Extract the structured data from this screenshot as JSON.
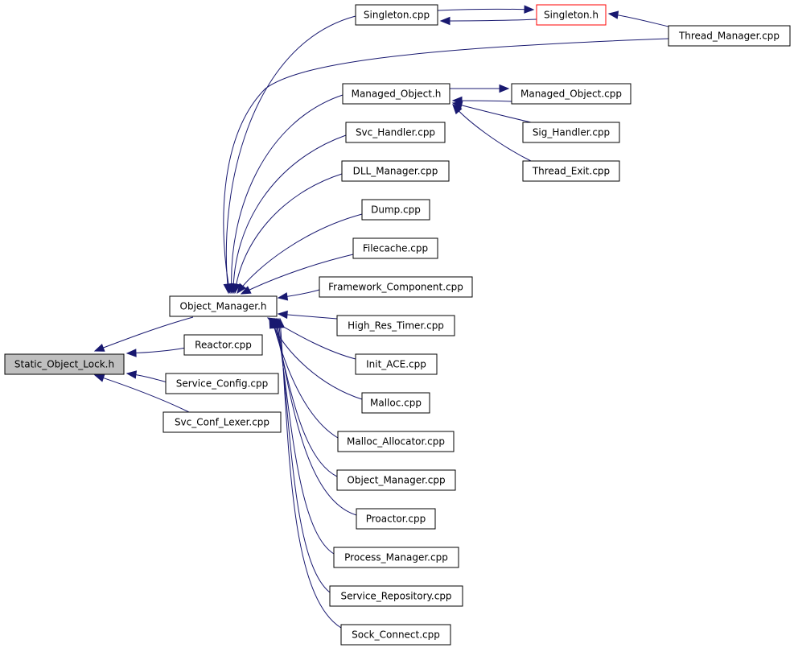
{
  "diagram": {
    "colors": {
      "edge": "#191970",
      "root_fill": "#bfbfbf",
      "node_fill": "#ffffff",
      "node_border": "#000000",
      "highlight_border": "#ff0000"
    },
    "nodes": [
      {
        "id": "static_object_lock_h",
        "label": "Static_Object_Lock.h"
      },
      {
        "id": "object_manager_h",
        "label": "Object_Manager.h"
      },
      {
        "id": "reactor_cpp",
        "label": "Reactor.cpp"
      },
      {
        "id": "service_config_cpp",
        "label": "Service_Config.cpp"
      },
      {
        "id": "svc_conf_lexer_cpp",
        "label": "Svc_Conf_Lexer.cpp"
      },
      {
        "id": "singleton_cpp",
        "label": "Singleton.cpp"
      },
      {
        "id": "singleton_h",
        "label": "Singleton.h"
      },
      {
        "id": "thread_manager_cpp",
        "label": "Thread_Manager.cpp"
      },
      {
        "id": "managed_object_h",
        "label": "Managed_Object.h"
      },
      {
        "id": "managed_object_cpp",
        "label": "Managed_Object.cpp"
      },
      {
        "id": "sig_handler_cpp",
        "label": "Sig_Handler.cpp"
      },
      {
        "id": "thread_exit_cpp",
        "label": "Thread_Exit.cpp"
      },
      {
        "id": "svc_handler_cpp",
        "label": "Svc_Handler.cpp"
      },
      {
        "id": "dll_manager_cpp",
        "label": "DLL_Manager.cpp"
      },
      {
        "id": "dump_cpp",
        "label": "Dump.cpp"
      },
      {
        "id": "filecache_cpp",
        "label": "Filecache.cpp"
      },
      {
        "id": "framework_component_cpp",
        "label": "Framework_Component.cpp"
      },
      {
        "id": "high_res_timer_cpp",
        "label": "High_Res_Timer.cpp"
      },
      {
        "id": "init_ace_cpp",
        "label": "Init_ACE.cpp"
      },
      {
        "id": "malloc_cpp",
        "label": "Malloc.cpp"
      },
      {
        "id": "malloc_allocator_cpp",
        "label": "Malloc_Allocator.cpp"
      },
      {
        "id": "object_manager_cpp",
        "label": "Object_Manager.cpp"
      },
      {
        "id": "proactor_cpp",
        "label": "Proactor.cpp"
      },
      {
        "id": "process_manager_cpp",
        "label": "Process_Manager.cpp"
      },
      {
        "id": "service_repository_cpp",
        "label": "Service_Repository.cpp"
      },
      {
        "id": "sock_connect_cpp",
        "label": "Sock_Connect.cpp"
      }
    ],
    "edges": [
      [
        "object_manager_h",
        "static_object_lock_h"
      ],
      [
        "reactor_cpp",
        "static_object_lock_h"
      ],
      [
        "service_config_cpp",
        "static_object_lock_h"
      ],
      [
        "svc_conf_lexer_cpp",
        "static_object_lock_h"
      ],
      [
        "singleton_cpp",
        "object_manager_h"
      ],
      [
        "thread_manager_cpp",
        "object_manager_h"
      ],
      [
        "managed_object_h",
        "object_manager_h"
      ],
      [
        "svc_handler_cpp",
        "object_manager_h"
      ],
      [
        "dll_manager_cpp",
        "object_manager_h"
      ],
      [
        "dump_cpp",
        "object_manager_h"
      ],
      [
        "filecache_cpp",
        "object_manager_h"
      ],
      [
        "framework_component_cpp",
        "object_manager_h"
      ],
      [
        "high_res_timer_cpp",
        "object_manager_h"
      ],
      [
        "init_ace_cpp",
        "object_manager_h"
      ],
      [
        "malloc_cpp",
        "object_manager_h"
      ],
      [
        "malloc_allocator_cpp",
        "object_manager_h"
      ],
      [
        "object_manager_cpp",
        "object_manager_h"
      ],
      [
        "proactor_cpp",
        "object_manager_h"
      ],
      [
        "process_manager_cpp",
        "object_manager_h"
      ],
      [
        "service_repository_cpp",
        "object_manager_h"
      ],
      [
        "sock_connect_cpp",
        "object_manager_h"
      ],
      [
        "singleton_cpp",
        "singleton_h"
      ],
      [
        "singleton_h",
        "singleton_cpp"
      ],
      [
        "thread_manager_cpp",
        "singleton_h"
      ],
      [
        "managed_object_h",
        "managed_object_cpp"
      ],
      [
        "managed_object_cpp",
        "managed_object_h"
      ],
      [
        "sig_handler_cpp",
        "managed_object_h"
      ],
      [
        "thread_exit_cpp",
        "managed_object_h"
      ]
    ]
  }
}
